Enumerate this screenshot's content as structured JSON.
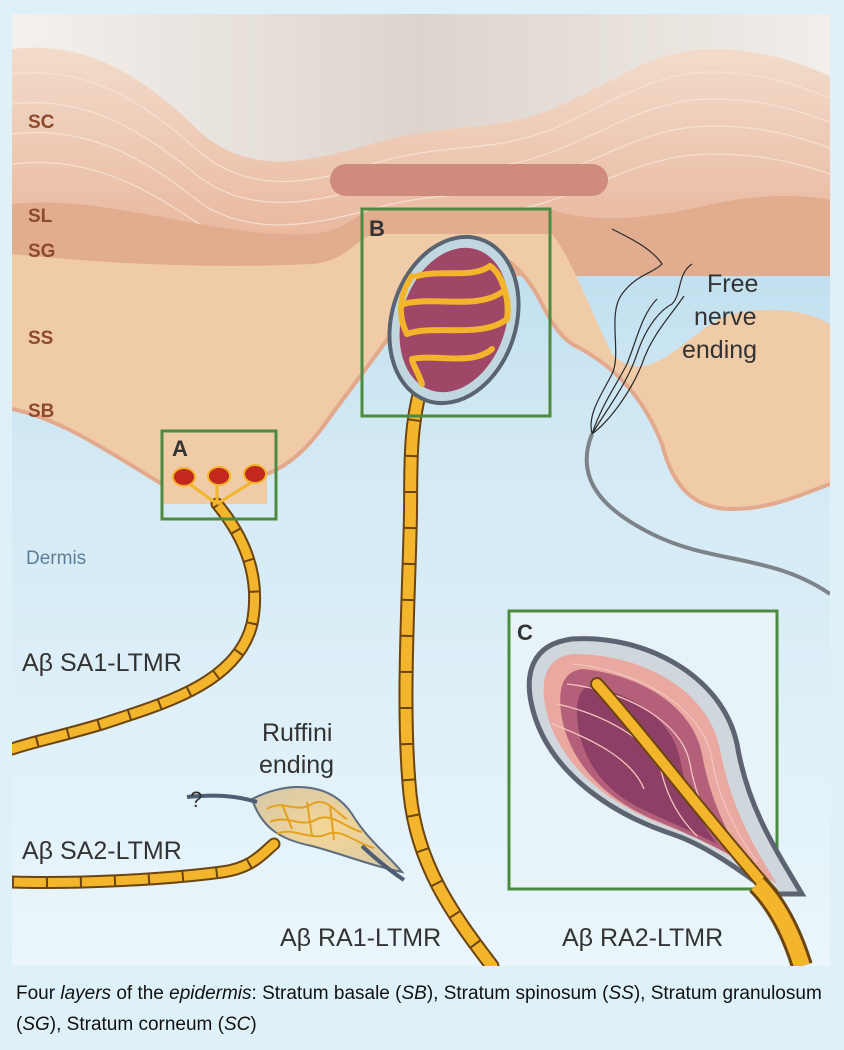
{
  "layer_labels": {
    "sc": "SC",
    "sl": "SL",
    "sg": "SG",
    "ss": "SS",
    "sb": "SB",
    "dermis": "Dermis"
  },
  "box_labels": {
    "a": "A",
    "b": "B",
    "c": "C"
  },
  "free_nerve_ending": [
    "Free",
    "nerve",
    "ending"
  ],
  "ruffini_ending": [
    "Ruffini",
    "ending"
  ],
  "question_mark": "?",
  "afferents": {
    "sa1": "Aβ SA1-LTMR",
    "sa2": "Aβ SA2-LTMR",
    "ra1": "Aβ RA1-LTMR",
    "ra2": "Aβ RA2-LTMR"
  },
  "caption": {
    "t1": "Four ",
    "t2": "layers",
    "t3": " of the ",
    "t4": "epidermis",
    "t5": ": Stratum basale (",
    "t6": "SB",
    "t7": "), Stratum spinosum (",
    "t8": "SS",
    "t9": "), Stratum granulosum (",
    "t10": "SG",
    "t11": "), Stratum corneum (",
    "t12": "SC",
    "t13": ")"
  },
  "colors": {
    "background": "#dff1f8",
    "stratum_corneum": "#eec7ad",
    "granular_band": "#e0a88a",
    "epidermis": "#f0cca9",
    "dermis_top": "#b2d7ec",
    "box_outline": "#4c8b3f",
    "nerve_fill": "#f2b52c",
    "nerve_outline": "#6b4410",
    "corpuscle": "#8b3d5c",
    "free_nerve": "#7d8388"
  }
}
